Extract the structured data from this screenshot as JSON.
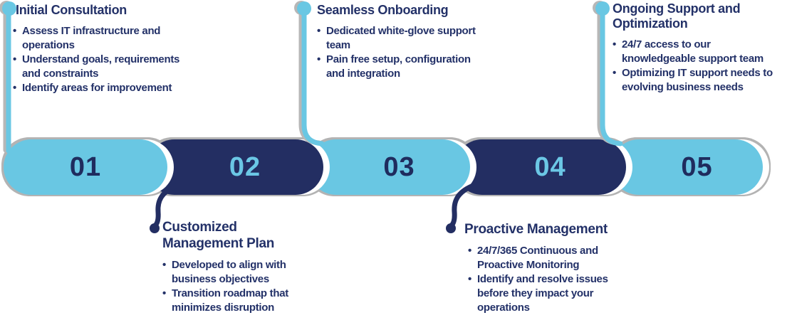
{
  "diagram_type": "process-timeline",
  "colors": {
    "light_blue": "#69C7E3",
    "dark_navy": "#232E62",
    "text_navy": "#233168",
    "connector_shadow": "#B3B3B3",
    "background": "#FFFFFF"
  },
  "timeline": {
    "steps": [
      {
        "number": "01",
        "title": "Initial Consultation",
        "bullets": [
          "Assess IT infrastructure and operations",
          "Understand goals, requirements and constraints",
          "Identify areas for improvement"
        ],
        "pill_style": "light-blue",
        "label_position": "top"
      },
      {
        "number": "02",
        "title": "Customized Management Plan",
        "bullets": [
          "Developed to align with business objectives",
          "Transition roadmap that minimizes disruption"
        ],
        "pill_style": "dark-navy",
        "label_position": "bottom"
      },
      {
        "number": "03",
        "title": "Seamless Onboarding",
        "bullets": [
          "Dedicated white-glove support team",
          "Pain free setup, configuration and integration"
        ],
        "pill_style": "light-blue",
        "label_position": "top"
      },
      {
        "number": "04",
        "title": "Proactive Management",
        "bullets": [
          "24/7/365 Continuous and Proactive Monitoring",
          "Identify and resolve issues before they impact your operations"
        ],
        "pill_style": "dark-navy",
        "label_position": "bottom"
      },
      {
        "number": "05",
        "title": "Ongoing Support and Optimization",
        "bullets": [
          "24/7 access to our knowledgeable support team",
          "Optimizing IT support needs to evolving business needs"
        ],
        "pill_style": "light-blue",
        "label_position": "top"
      }
    ]
  }
}
